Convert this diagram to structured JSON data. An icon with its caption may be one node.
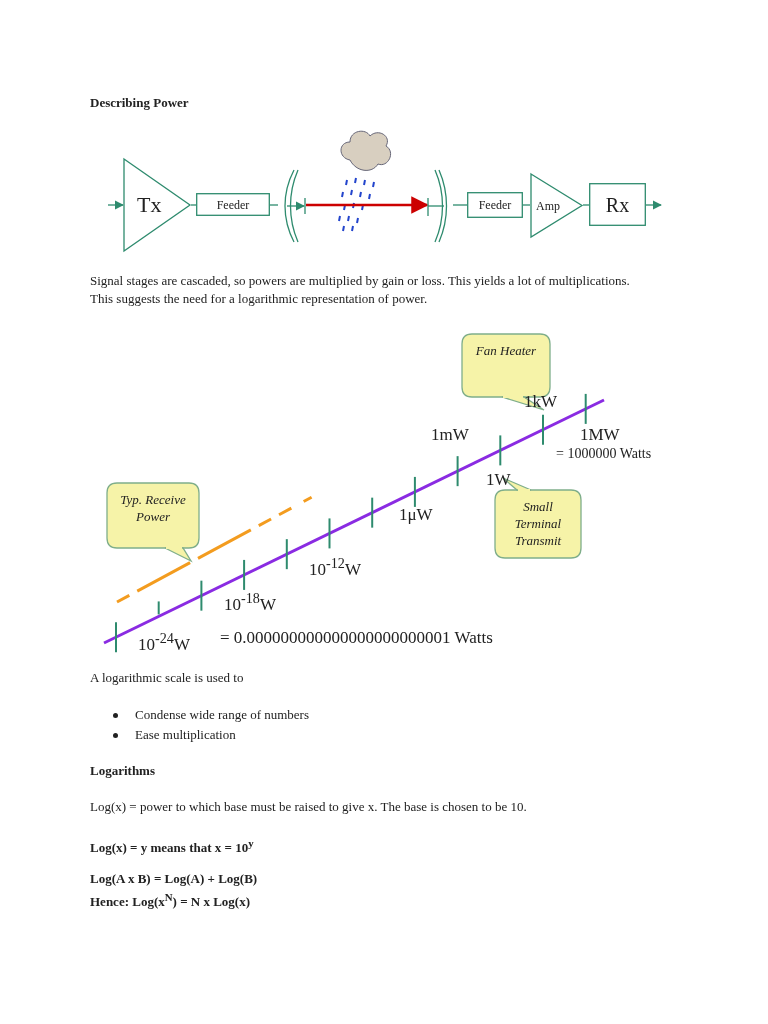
{
  "diagram": {
    "title": "Describing Power",
    "nodes": [
      {
        "text": [
          "Tx"
        ]
      },
      {
        "text": [
          "Feeder"
        ]
      },
      {
        "text": [],
        "shape": "dish"
      },
      {
        "text": [],
        "shape": "dish"
      },
      {
        "text": [
          "Feeder"
        ]
      },
      {
        "text": [
          "Amp"
        ]
      },
      {
        "text": [
          "Rx"
        ]
      },
      {
        "text": [
          "Fan Heater"
        ]
      },
      {
        "text": [
          "Typ. Receive Power"
        ]
      },
      {
        "text": [
          "Small Terminal Transmit"
        ]
      }
    ],
    "edges": [
      {
        "from": null,
        "to": 0,
        "arrow": "to"
      },
      {
        "from": 0,
        "to": 1,
        "arrow": "none"
      },
      {
        "from": 1,
        "to": 2,
        "arrow": "none"
      },
      {
        "from": 2,
        "to": 3,
        "arrow": "to",
        "color": "#cc0000"
      },
      {
        "from": 3,
        "to": 4,
        "arrow": "none"
      },
      {
        "from": 4,
        "to": 5,
        "arrow": "none"
      },
      {
        "from": 5,
        "to": 6,
        "arrow": "none"
      },
      {
        "from": 6,
        "to": null,
        "arrow": "to"
      }
    ],
    "labels": [
      "Signal stages are cascaded, so powers are multiplied by gain or loss. This yields a lot of multiplications. This suggests the need for a logarithmic representation of power.",
      "1kW",
      "1mW",
      "1MW",
      "= 1000000 Watts",
      "1W",
      "1μW",
      "10$^{-12}$W",
      "10$^{-18}$W",
      "10$^{-24}$W",
      "= 0.000000000000000000000001 Watts",
      "A logarithmic scale is used to",
      "Condense wide range of numbers",
      "Ease multiplication",
      "Logarithms",
      "Log(x) = power to which base must be raised to give x. The base is chosen to be 10.",
      "Log(x) = y means that  x = 10$^{y}$",
      "Log(A x B) = Log(A) + Log(B)",
      "Hence: Log(x$^{N}$) = N x Log(x)"
    ]
  }
}
